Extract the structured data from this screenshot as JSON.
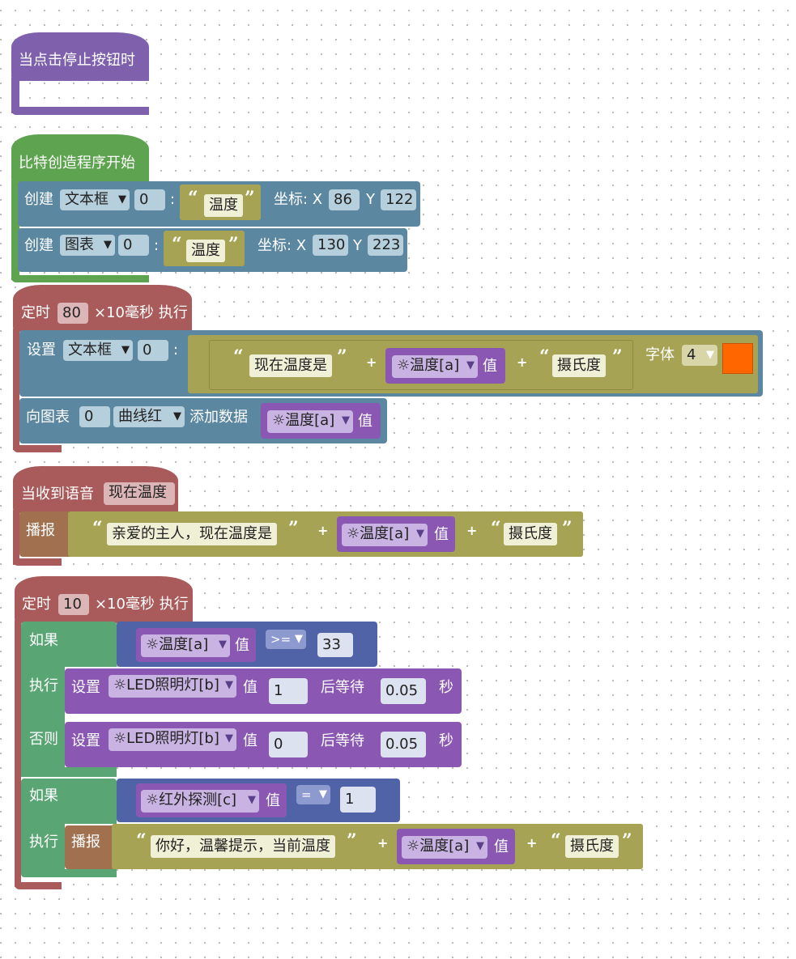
{
  "colors": {
    "event": "#7e60ad",
    "start": "#5ea34f",
    "timer": "#a95a5a",
    "control": "#5aa574",
    "display": "#5b87a0",
    "text": "#a6a454",
    "sensor": "#8a58b2",
    "compare": "#4f63a6",
    "speak": "#a1714f",
    "color_swatch": "#ff6600"
  },
  "stop_event": {
    "label": "当点击停止按钮时"
  },
  "start_block": {
    "label": "比特创造程序开始",
    "textbox_row": {
      "create": "创建",
      "type": "文本框",
      "id": "0",
      "colon": ":",
      "text": "温度",
      "coord_label": "坐标: X",
      "x": "86",
      "y_label": "Y",
      "y": "122"
    },
    "chart_row": {
      "create": "创建",
      "type": "图表",
      "id": "0",
      "colon": ":",
      "text": "温度",
      "coord_label": "坐标: X",
      "x": "130",
      "y_label": "Y",
      "y": "223"
    }
  },
  "timer1": {
    "label_prefix": "定时",
    "interval": "80",
    "label_suffix": "×10毫秒 执行",
    "set_row": {
      "set": "设置",
      "type": "文本框",
      "id": "0",
      "colon": ":",
      "text1": "现在温度是",
      "plus": "+",
      "sensor": "温度[a]",
      "value": "值",
      "text2": "摄氏度",
      "font_label": "字体",
      "font_size": "4"
    },
    "chart_row": {
      "label": "向图表",
      "id": "0",
      "curve": "曲线红",
      "action": "添加数据",
      "sensor": "温度[a]",
      "value": "值"
    }
  },
  "voice_event": {
    "label": "当收到语音",
    "phrase": "现在温度",
    "speak_row": {
      "speak": "播报",
      "text1": "亲爱的主人，现在温度是",
      "plus": "+",
      "sensor": "温度[a]",
      "value": "值",
      "text2": "摄氏度"
    }
  },
  "timer2": {
    "label_prefix": "定时",
    "interval": "10",
    "label_suffix": "×10毫秒 执行",
    "if1": {
      "if": "如果",
      "sensor": "温度[a]",
      "value": "值",
      "op": ">=",
      "threshold": "33",
      "do": "执行",
      "else": "否则",
      "do_row": {
        "set": "设置",
        "device": "LED照明灯[b]",
        "value": "值",
        "level": "1",
        "wait_label": "后等待",
        "wait": "0.05",
        "sec": "秒"
      },
      "else_row": {
        "set": "设置",
        "device": "LED照明灯[b]",
        "value": "值",
        "level": "0",
        "wait_label": "后等待",
        "wait": "0.05",
        "sec": "秒"
      }
    },
    "if2": {
      "if": "如果",
      "sensor": "红外探测[c]",
      "value": "值",
      "op": "=",
      "threshold": "1",
      "do": "执行",
      "speak_row": {
        "speak": "播报",
        "text1": "你好，温馨提示，当前温度",
        "plus": "+",
        "sensor": "温度[a]",
        "value": "值",
        "text2": "摄氏度"
      }
    }
  }
}
